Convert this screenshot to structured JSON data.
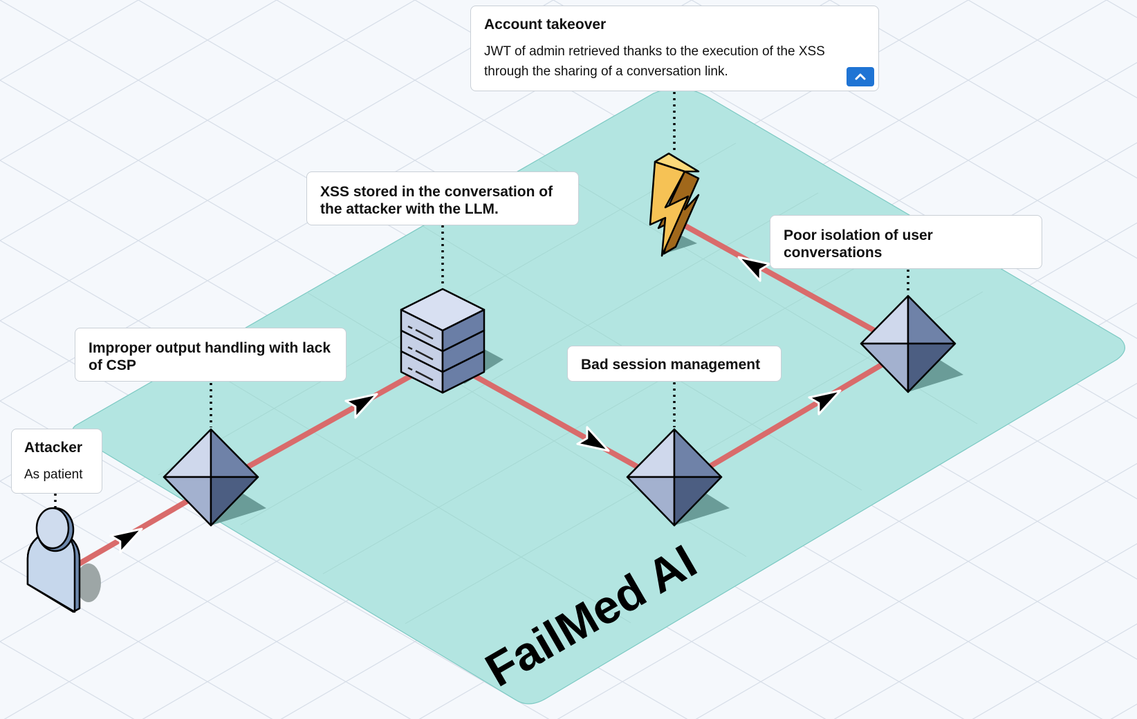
{
  "platform": {
    "name": "FailMed AI",
    "color": "#b3e5e1"
  },
  "flow": {
    "color": "#d96b6b"
  },
  "nodes": {
    "attacker": {
      "title": "Attacker",
      "description": "As patient"
    },
    "improper_output": {
      "title": "Improper output handling with lack of CSP"
    },
    "xss_stored": {
      "title": "XSS stored in the conversation of the attacker with the LLM."
    },
    "bad_session": {
      "title": "Bad session management"
    },
    "poor_isolation": {
      "title": "Poor isolation of user conversations"
    },
    "account_takeover": {
      "title": "Account takeover",
      "description": "JWT of admin retrieved thanks to the execution of the XSS through the sharing of a conversation link."
    }
  },
  "icons": {
    "attacker": "user-icon",
    "server": "server-stack-icon",
    "vulnerability": "diamond-icon",
    "impact": "lightning-icon",
    "collapse": "chevron-up-icon"
  }
}
